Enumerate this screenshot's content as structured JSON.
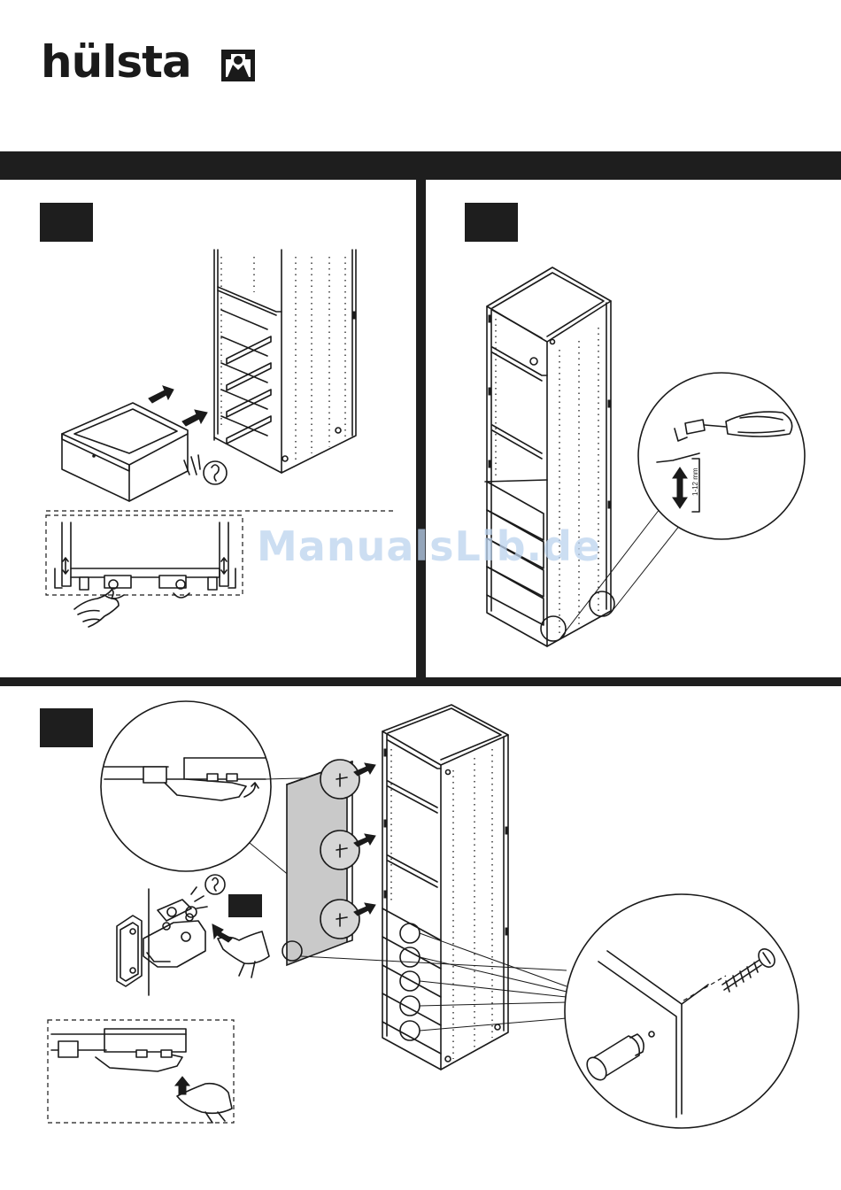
{
  "brand": {
    "name": "hülsta"
  },
  "watermark": {
    "text": "ManualsLib.de"
  },
  "steps": [
    {
      "id": "top-left",
      "label": ""
    },
    {
      "id": "top-right",
      "label": ""
    },
    {
      "id": "bottom",
      "label": ""
    }
  ],
  "annotations": {
    "adjust_range": "1-12 mm"
  },
  "icons": {
    "ear": "ear-icon",
    "arrow": "arrow-icon",
    "screwdriver": "screwdriver-icon",
    "hand": "hand-icon",
    "hinge": "hinge-icon",
    "screw": "screw-icon",
    "knob": "knob-icon"
  },
  "colors": {
    "bar": "#1e1e1e",
    "door": "#c9c9c9",
    "watermark": "#bcd3ee"
  }
}
